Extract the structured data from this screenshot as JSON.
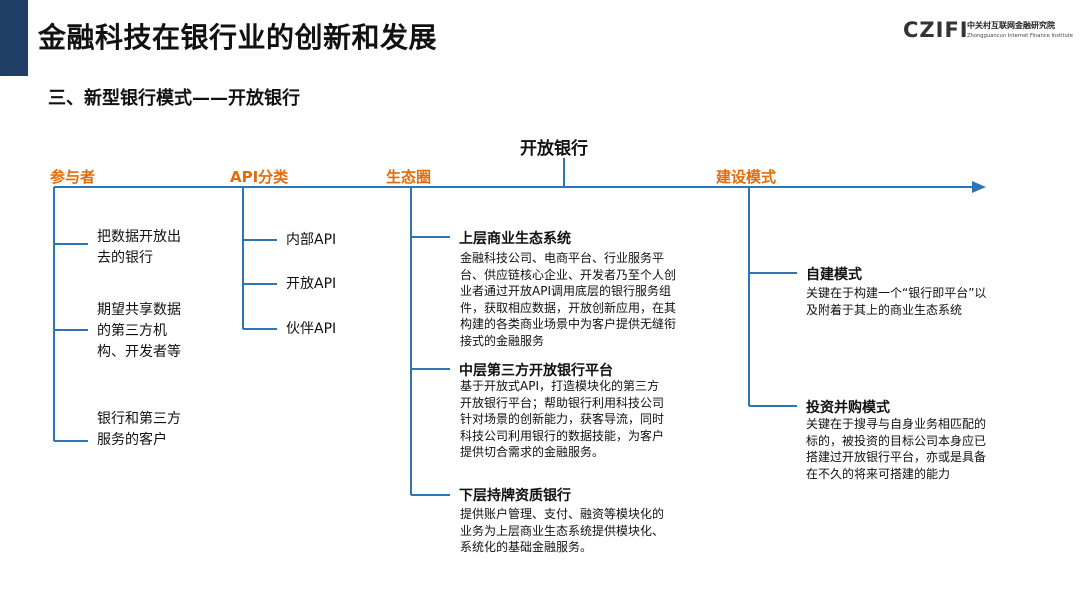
{
  "title": "金融科技在银行业的创新和发展",
  "logo": {
    "mark": "CZIFI",
    "cn_name": "中关村互联网金融研究院",
    "en_name": "Zhongguancun Internet Finance Institute"
  },
  "section_title": "三、新型银行模式——开放银行",
  "diagram": {
    "root": "开放银行",
    "categories": [
      {
        "label": "参与者",
        "items": [
          "把数据开放出去的银行",
          "期望共享数据的第三方机构、开发者等",
          "银行和第三方服务的客户"
        ]
      },
      {
        "label": "API分类",
        "items": [
          "内部API",
          "开放API",
          "伙伴API"
        ]
      },
      {
        "label": "生态圈",
        "items": [
          {
            "heading": "上层商业生态系统",
            "text": "金融科技公司、电商平台、行业服务平台、供应链核心企业、开发者乃至个人创业者通过开放API调用底层的银行服务组件，获取相应数据，开放创新应用，在其构建的各类商业场景中为客户提供无缝衔接式的金融服务"
          },
          {
            "heading": "中层第三方开放银行平台",
            "text": "基于开放式API，打造模块化的第三方开放银行平台；帮助银行利用科技公司针对场景的创新能力，获客导流，同时科技公司利用银行的数据技能，为客户提供切合需求的金融服务。"
          },
          {
            "heading": "下层持牌资质银行",
            "text": "提供账户管理、支付、融资等模块化的业务为上层商业生态系统提供模块化、系统化的基础金融服务。"
          }
        ]
      },
      {
        "label": "建设模式",
        "items": [
          {
            "heading": "自建模式",
            "text": "关键在于构建一个“银行即平台”以及附着于其上的商业生态系统"
          },
          {
            "heading": "投资并购模式",
            "text": "关键在于搜寻与自身业务相匹配的标的，被投资的目标公司本身应已搭建过开放银行平台，亦或是具备在不久的将来可搭建的能力"
          }
        ]
      }
    ]
  }
}
